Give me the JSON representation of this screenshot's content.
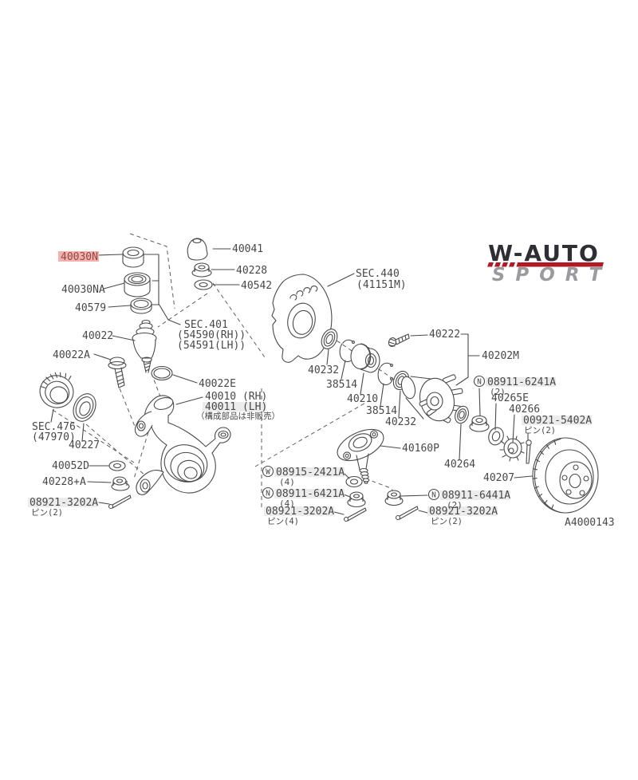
{
  "brand": {
    "name_top": "W-AUTO",
    "name_bottom": "SPORT",
    "colors": {
      "dark": "#2e2e35",
      "stripe_red": "#b11a24",
      "gray": "#9b9b9f"
    }
  },
  "diagram": {
    "code": "A4000143",
    "selected_part": "40030N",
    "colors": {
      "line": "#4a4a4a",
      "highlight_selected": "#f5b2ad",
      "highlight_alt": "#ececec",
      "selected_text": "#8f4a45"
    },
    "labels": {
      "p40030N": "40030N",
      "p40030NA": "40030NA",
      "p40579": "40579",
      "p40022": "40022",
      "p40022A": "40022A",
      "p40022E": "40022E",
      "sec401": "SEC.401",
      "sec401_rh": "(54590(RH))",
      "sec401_lh": "(54591(LH))",
      "p40041": "40041",
      "p40228": "40228",
      "p40542": "40542",
      "sec440": "SEC.440",
      "sec440_sub": "(41151M)",
      "p40010": "40010 (RH)",
      "p40011": "40011 (LH)",
      "note_jp": "（構成部品は非販売）",
      "p40232_1": "40232",
      "p38514_1": "38514",
      "p40210": "40210",
      "p38514_2": "38514",
      "p40232_2": "40232",
      "p40222": "40222",
      "p40202M": "40202M",
      "n08911_6241A": "08911-6241A",
      "n08911_6241A_qty": "(2)",
      "p40265E": "40265E",
      "p40266": "40266",
      "p00921_5402A": "00921-5402A",
      "p00921_5402A_qty": "ピン(2)",
      "p40264": "40264",
      "p40207": "40207",
      "n08911_6441A": "08911-6441A",
      "n08911_6441A_qty": "(2)",
      "p08921_3202A_right": "08921-3202A",
      "p08921_3202A_right_qty": "ピン(2)",
      "p40160P": "40160P",
      "w08915_2421A": "08915-2421A",
      "w08915_2421A_qty": "(4)",
      "n08911_6421A": "08911-6421A",
      "n08911_6421A_qty": "(4)",
      "p08921_3202A_center": "08921-3202A",
      "p08921_3202A_center_qty": "ピン(4)",
      "sec476": "SEC.476",
      "sec476_sub": "(47970)",
      "p40227": "40227",
      "p40052D": "40052D",
      "p40228A": "40228+A",
      "p08921_3202A_left": "08921-3202A",
      "p08921_3202A_left_qty": "ピン(2)",
      "circle_n": "N",
      "circle_w": "W"
    }
  }
}
